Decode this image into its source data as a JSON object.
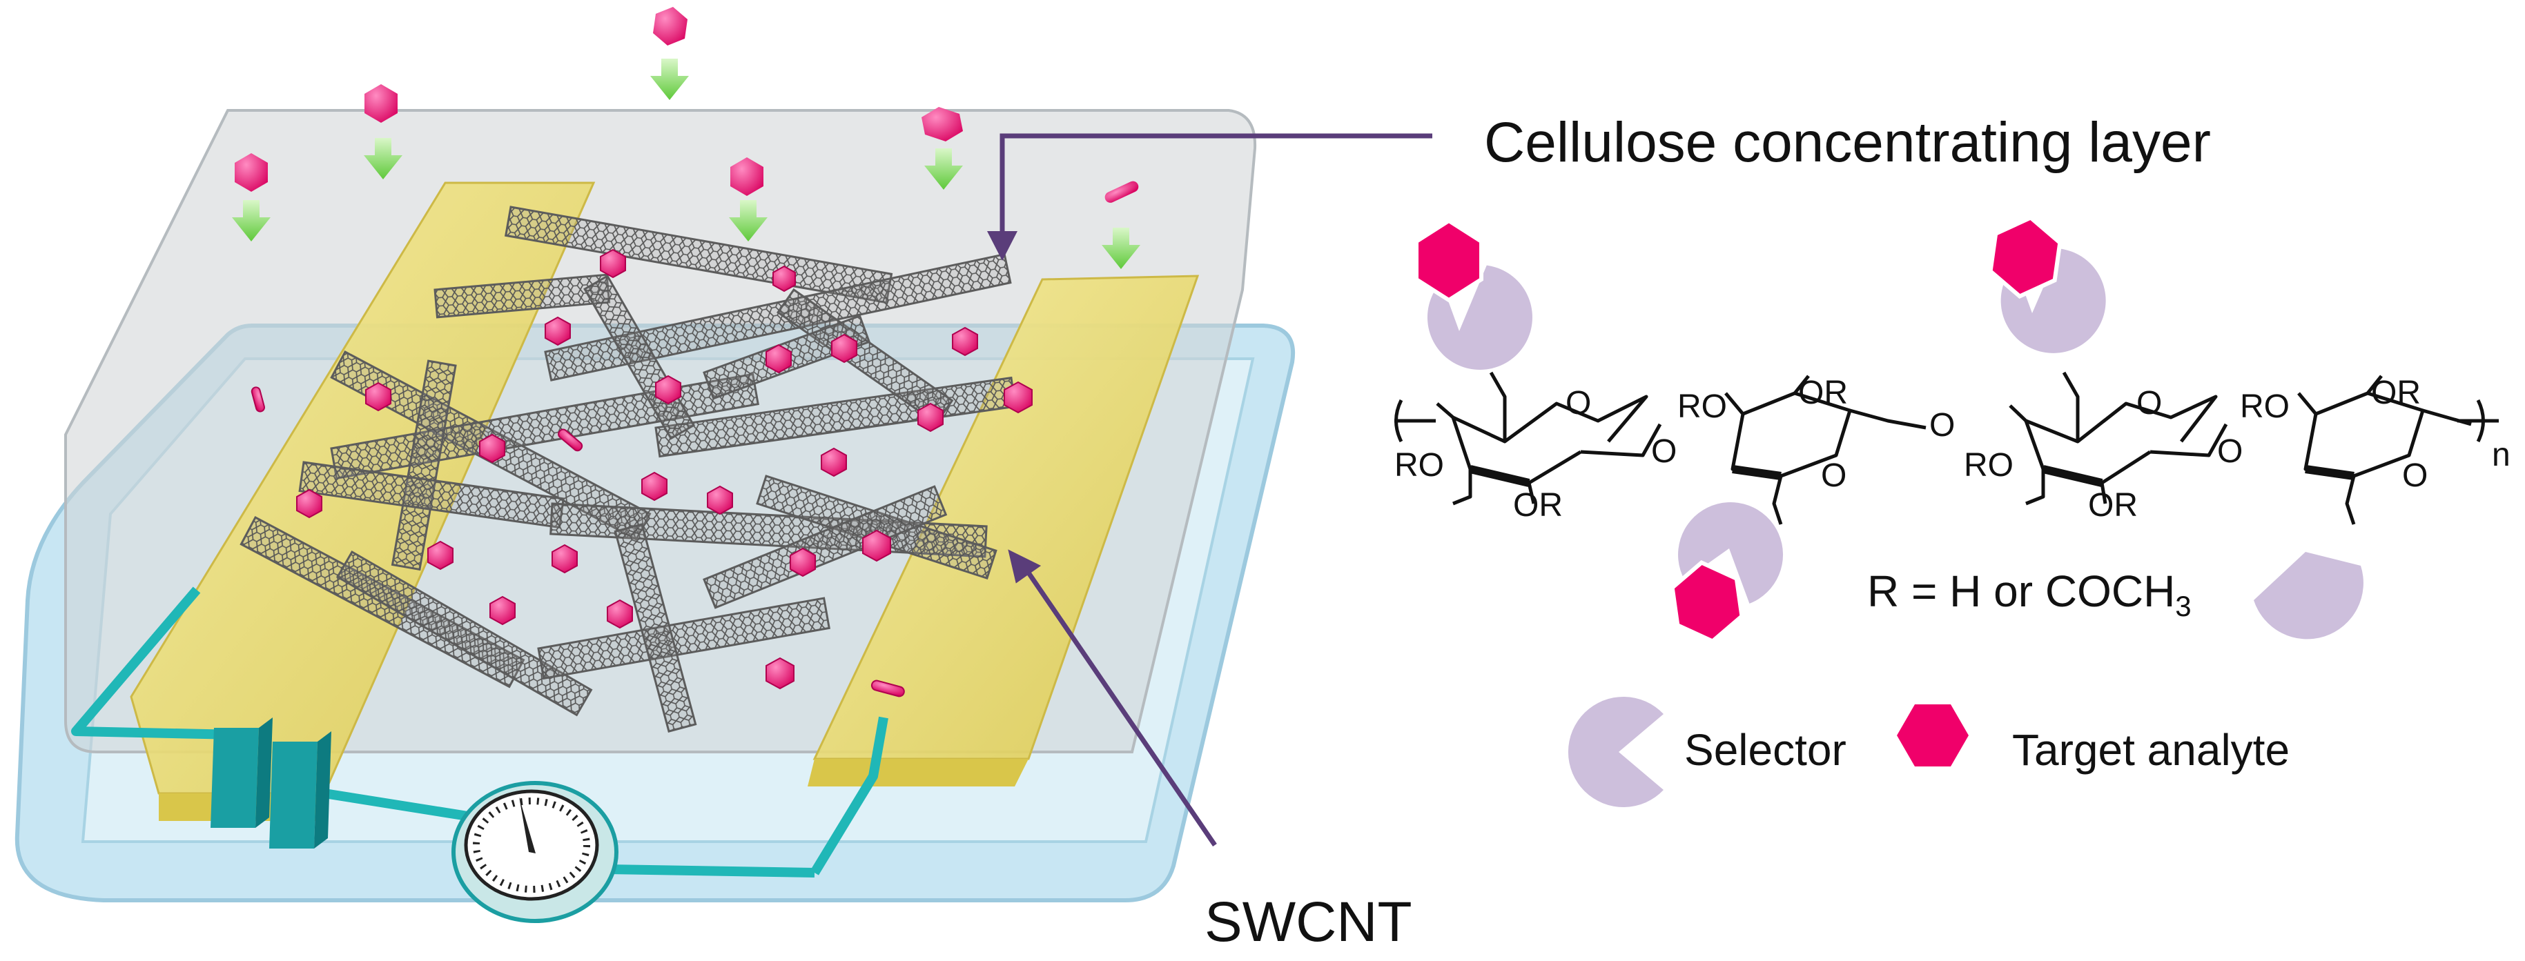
{
  "labels": {
    "cellulose_layer": "Cellulose concentrating layer",
    "swcnt": "SWCNT",
    "r_group_prefix": "R = H or COCH",
    "r_group_subscript": "3",
    "selector": "Selector",
    "target_analyte": "Target analyte"
  },
  "chem_atoms": {
    "ring_oxygen": "O",
    "glycosidic_oxygen": "O",
    "ro": "RO",
    "or": "OR",
    "repeat_n": "n"
  },
  "colors": {
    "pointer_line": "#5a3d7a",
    "analyte": "#f0006a",
    "selector": "#cdbfdc",
    "electrode": "#efe27a",
    "wire": "#22b8b8",
    "arrow": "#7ed957",
    "substrate_edge": "#b9dff0",
    "nanotube": "#707070"
  }
}
